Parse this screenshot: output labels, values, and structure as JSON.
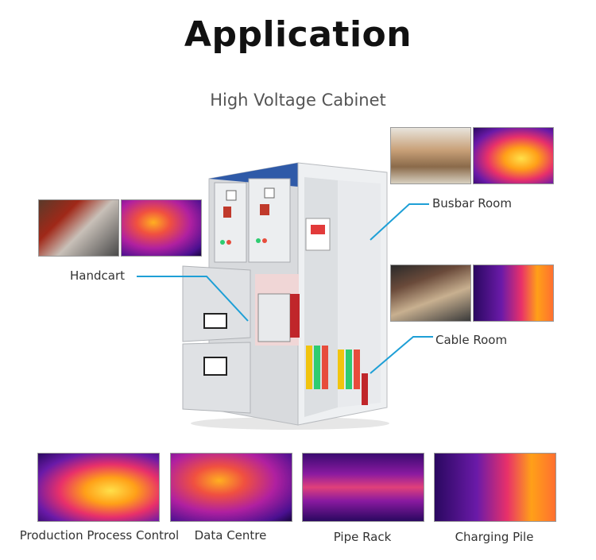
{
  "header": {
    "title": "Application",
    "subtitle": "High Voltage Cabinet"
  },
  "callouts": {
    "handcart": "Handcart",
    "busbar": "Busbar Room",
    "cable": "Cable Room"
  },
  "applications": [
    {
      "label": "Production Process Control"
    },
    {
      "label": "Data Centre"
    },
    {
      "label": "Pipe Rack"
    },
    {
      "label": "Charging Pile"
    }
  ],
  "colors": {
    "accent": "#1e9fd6",
    "cabinet": "#e4e6e8",
    "cabinet_top": "#2f5aa8"
  }
}
